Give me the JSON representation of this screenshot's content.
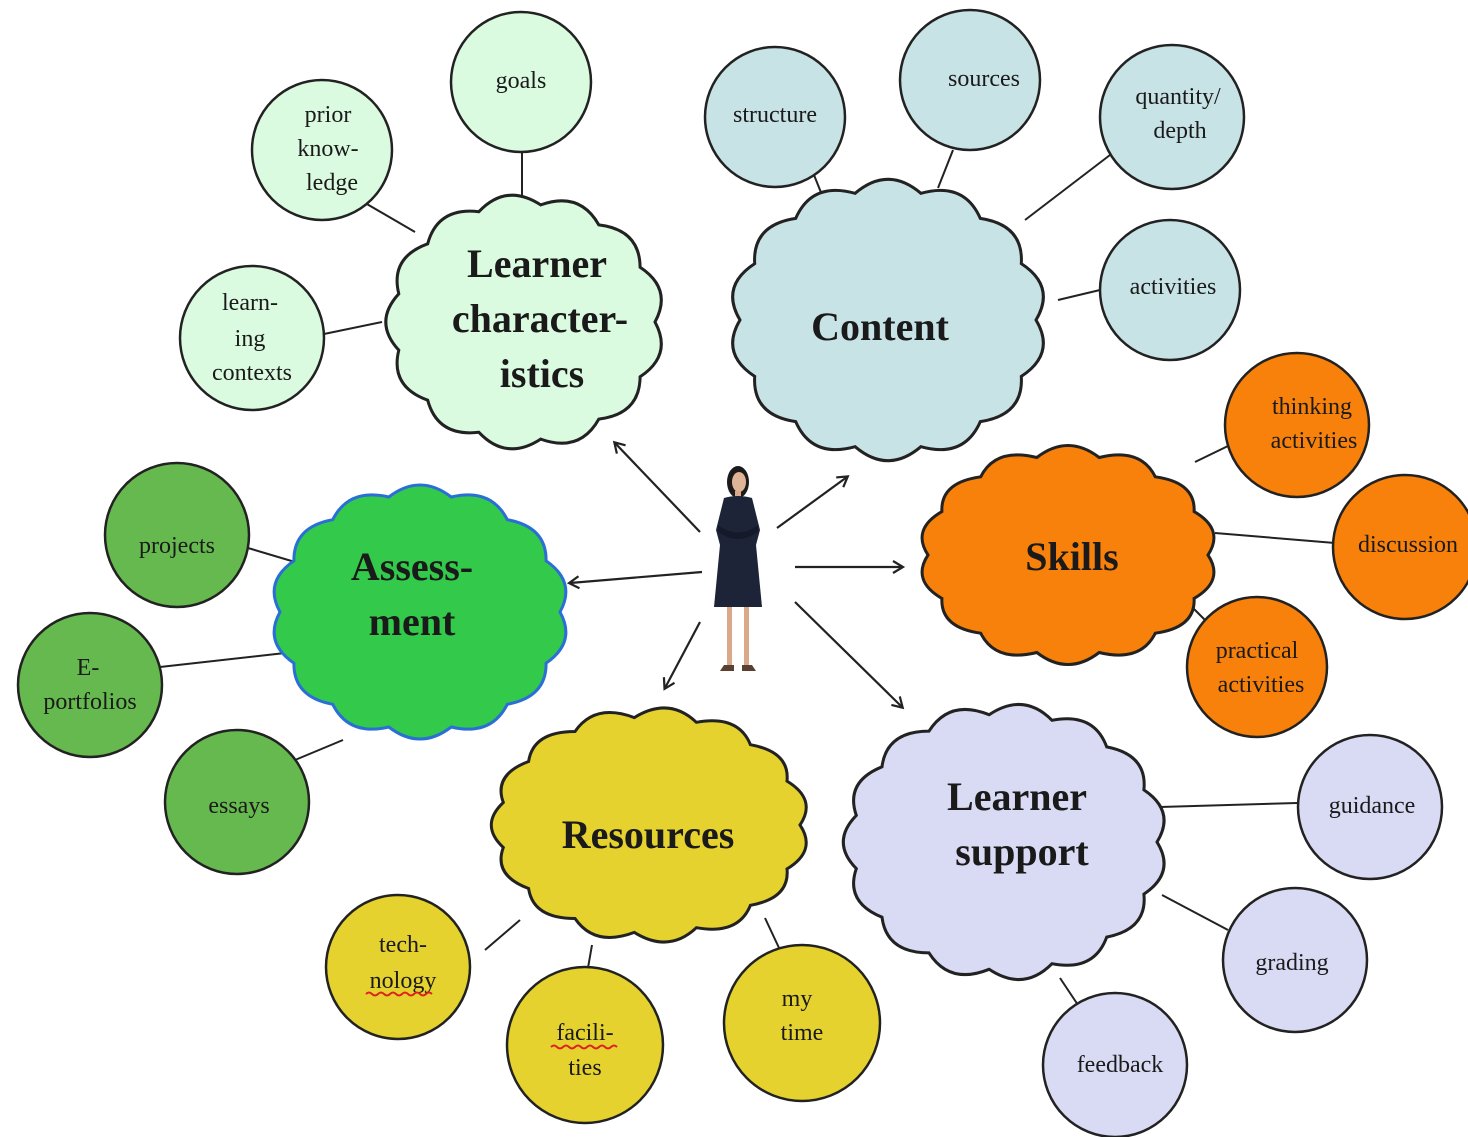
{
  "colors": {
    "learner": "#dbfbe1",
    "content": "#c8e3e6",
    "skills": "#f7810a",
    "assessment": "#33c94a",
    "assessment_circles": "#66b94e",
    "resources": "#e5d22e",
    "support": "#d9daf3",
    "spell_underline": "#dd2222"
  },
  "center_figure": "person-standing",
  "clusters": {
    "learner": {
      "lines": [
        "Learner",
        "character-",
        "istics"
      ],
      "satellites": [
        {
          "lines": [
            "goals"
          ]
        },
        {
          "lines": [
            "prior",
            "know-",
            "ledge"
          ]
        },
        {
          "lines": [
            "learn-",
            "ing",
            "contexts"
          ]
        }
      ]
    },
    "content": {
      "lines": [
        "Content"
      ],
      "satellites": [
        {
          "lines": [
            "structure"
          ]
        },
        {
          "lines": [
            "sources"
          ]
        },
        {
          "lines": [
            "quantity/",
            "depth"
          ]
        },
        {
          "lines": [
            "activities"
          ]
        }
      ]
    },
    "skills": {
      "lines": [
        "Skills"
      ],
      "satellites": [
        {
          "lines": [
            "thinking",
            "activities"
          ]
        },
        {
          "lines": [
            "discussion"
          ]
        },
        {
          "lines": [
            "practical",
            "activities"
          ]
        }
      ]
    },
    "assessment": {
      "lines": [
        "Assess-",
        "ment"
      ],
      "satellites": [
        {
          "lines": [
            "projects"
          ]
        },
        {
          "lines": [
            "E-",
            "portfolios"
          ]
        },
        {
          "lines": [
            "essays"
          ]
        }
      ]
    },
    "resources": {
      "lines": [
        "Resources"
      ],
      "satellites": [
        {
          "lines": [
            "tech-",
            "nology"
          ]
        },
        {
          "lines": [
            "facili-",
            "ties"
          ]
        },
        {
          "lines": [
            "my",
            "time"
          ]
        }
      ]
    },
    "support": {
      "lines": [
        "Learner",
        "support"
      ],
      "satellites": [
        {
          "lines": [
            "guidance"
          ]
        },
        {
          "lines": [
            "grading"
          ]
        },
        {
          "lines": [
            "feedback"
          ]
        }
      ]
    }
  }
}
